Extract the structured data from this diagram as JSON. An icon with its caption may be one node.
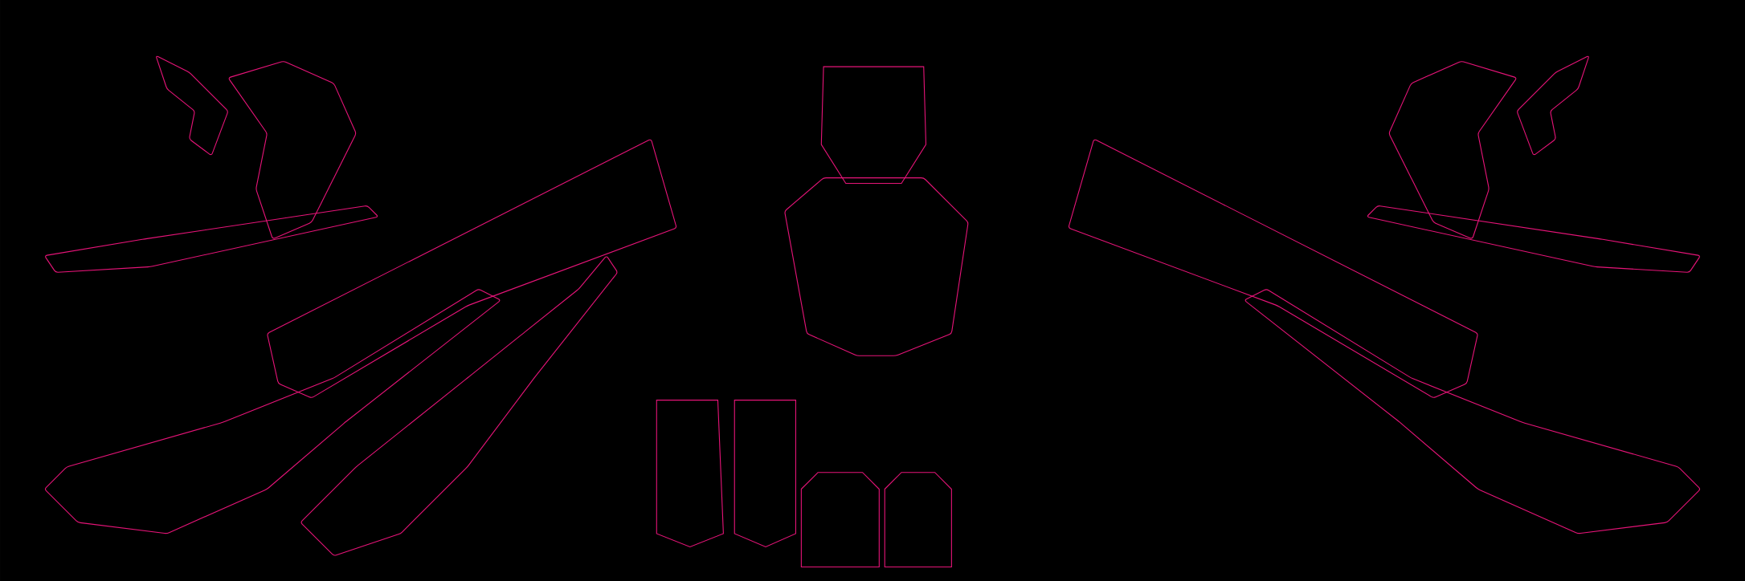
{
  "diagram": {
    "nodes": [
      {
        "text": [],
        "shape": "picture"
      },
      {
        "text": [],
        "shape": "picture"
      },
      {
        "text": [],
        "shape": "picture"
      },
      {
        "text": [],
        "shape": "picture"
      },
      {
        "text": [],
        "shape": "picture"
      },
      {
        "text": [],
        "shape": "picture"
      },
      {
        "text": [],
        "shape": "box"
      },
      {
        "text": [],
        "shape": "picture"
      },
      {
        "text": [],
        "shape": "box"
      },
      {
        "text": [],
        "shape": "box"
      },
      {
        "text": [],
        "shape": "box"
      },
      {
        "text": [],
        "shape": "box"
      },
      {
        "text": [],
        "shape": "picture"
      },
      {
        "text": [],
        "shape": "picture"
      },
      {
        "text": [],
        "shape": "picture"
      },
      {
        "text": [],
        "shape": "picture"
      },
      {
        "text": [],
        "shape": "picture"
      }
    ]
  }
}
